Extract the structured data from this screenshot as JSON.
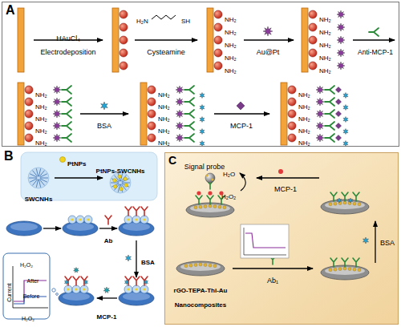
{
  "diagram": {
    "nodes": [
      {
        "text": [
          "A"
        ]
      },
      {
        "text": [
          "C"
        ]
      }
    ],
    "labels": [
      "HAuCl₄",
      "Electrodeposition",
      "H₂N",
      "SH",
      "Cysteamine",
      "Au@Pt",
      "Anti-MCP-1",
      "BSA",
      "MCP-1",
      "NH₂",
      "NH₂",
      "NH₂",
      "NH₂",
      "NH₂",
      "NH₂",
      "NH₂",
      "NH₂",
      "NH₂",
      "NH₂",
      "NH₂",
      "NH₂",
      "NH₂",
      "NH₂",
      "NH₂",
      "NH₂",
      "NH₂",
      "NH₂",
      "NH₂",
      "NH₂",
      "NH₂",
      "NH₂",
      "NH₂",
      "NH₂",
      "NH₂",
      "B",
      "PtNPs",
      "SWCNHs",
      "PtNPs-SWCNHs",
      "Ab",
      "BSA",
      "MCP-1",
      "H₂O₂",
      "Current",
      "After",
      "Before",
      "H₂O₂",
      "Signal probe",
      "H₂O₂",
      "H₂O",
      "MCP-1",
      "BSA",
      "rGO-TEPA-Thi-Au Nanocomposites",
      "Ab₁"
    ]
  }
}
